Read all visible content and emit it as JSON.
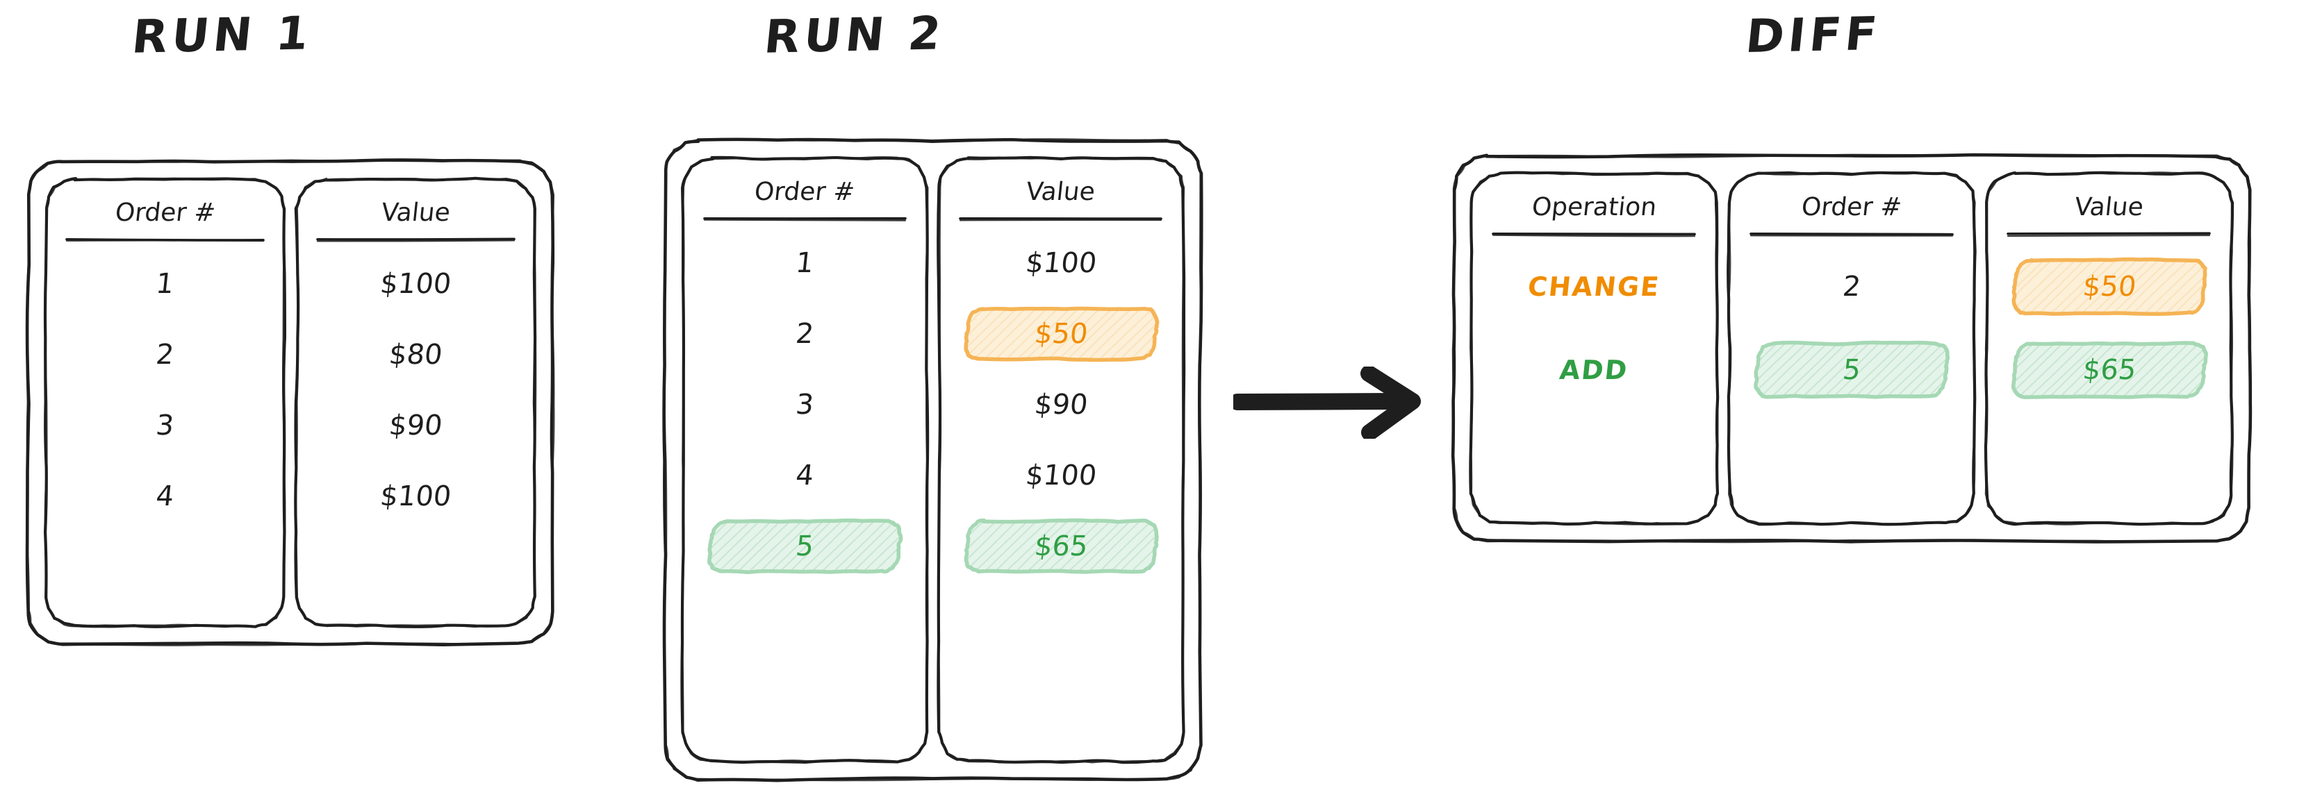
{
  "palette": {
    "ink": "#1e1e1e",
    "orange_text": "#f08c00",
    "orange_border": "#f5b455",
    "orange_fill": "#fdf0d9",
    "green_text": "#2f9e44",
    "green_border": "#a5d8b4",
    "green_fill": "#e5f4ea",
    "background": "#ffffff"
  },
  "sections": [
    {
      "id": "run1",
      "title": "RUN 1",
      "columns": [
        {
          "id": "run1-order",
          "header": "Order #",
          "cells": [
            {
              "text": "1",
              "highlight": "none",
              "color": "ink"
            },
            {
              "text": "2",
              "highlight": "none",
              "color": "ink"
            },
            {
              "text": "3",
              "highlight": "none",
              "color": "ink"
            },
            {
              "text": "4",
              "highlight": "none",
              "color": "ink"
            }
          ]
        },
        {
          "id": "run1-value",
          "header": "Value",
          "cells": [
            {
              "text": "$100",
              "highlight": "none",
              "color": "ink"
            },
            {
              "text": "$80",
              "highlight": "none",
              "color": "ink"
            },
            {
              "text": "$90",
              "highlight": "none",
              "color": "ink"
            },
            {
              "text": "$100",
              "highlight": "none",
              "color": "ink"
            }
          ]
        }
      ]
    },
    {
      "id": "run2",
      "title": "RUN 2",
      "columns": [
        {
          "id": "run2-order",
          "header": "Order #",
          "cells": [
            {
              "text": "1",
              "highlight": "none",
              "color": "ink"
            },
            {
              "text": "2",
              "highlight": "none",
              "color": "ink"
            },
            {
              "text": "3",
              "highlight": "none",
              "color": "ink"
            },
            {
              "text": "4",
              "highlight": "none",
              "color": "ink"
            },
            {
              "text": "5",
              "highlight": "green",
              "color": "green"
            }
          ]
        },
        {
          "id": "run2-value",
          "header": "Value",
          "cells": [
            {
              "text": "$100",
              "highlight": "none",
              "color": "ink"
            },
            {
              "text": "$50",
              "highlight": "orange",
              "color": "orange"
            },
            {
              "text": "$90",
              "highlight": "none",
              "color": "ink"
            },
            {
              "text": "$100",
              "highlight": "none",
              "color": "ink"
            },
            {
              "text": "$65",
              "highlight": "green",
              "color": "green"
            }
          ]
        }
      ]
    },
    {
      "id": "diff",
      "title": "DIFF",
      "columns": [
        {
          "id": "diff-operation",
          "header": "Operation",
          "cells": [
            {
              "text": "CHANGE",
              "highlight": "none",
              "color": "orange"
            },
            {
              "text": "ADD",
              "highlight": "none",
              "color": "green"
            }
          ]
        },
        {
          "id": "diff-order",
          "header": "Order #",
          "cells": [
            {
              "text": "2",
              "highlight": "none",
              "color": "ink"
            },
            {
              "text": "5",
              "highlight": "green",
              "color": "green"
            }
          ]
        },
        {
          "id": "diff-value",
          "header": "Value",
          "cells": [
            {
              "text": "$50",
              "highlight": "orange",
              "color": "orange"
            },
            {
              "text": "$65",
              "highlight": "green",
              "color": "green"
            }
          ]
        }
      ]
    }
  ],
  "connector": {
    "id": "run2-to-diff-arrow",
    "kind": "arrow-right",
    "color": "#1e1e1e"
  }
}
